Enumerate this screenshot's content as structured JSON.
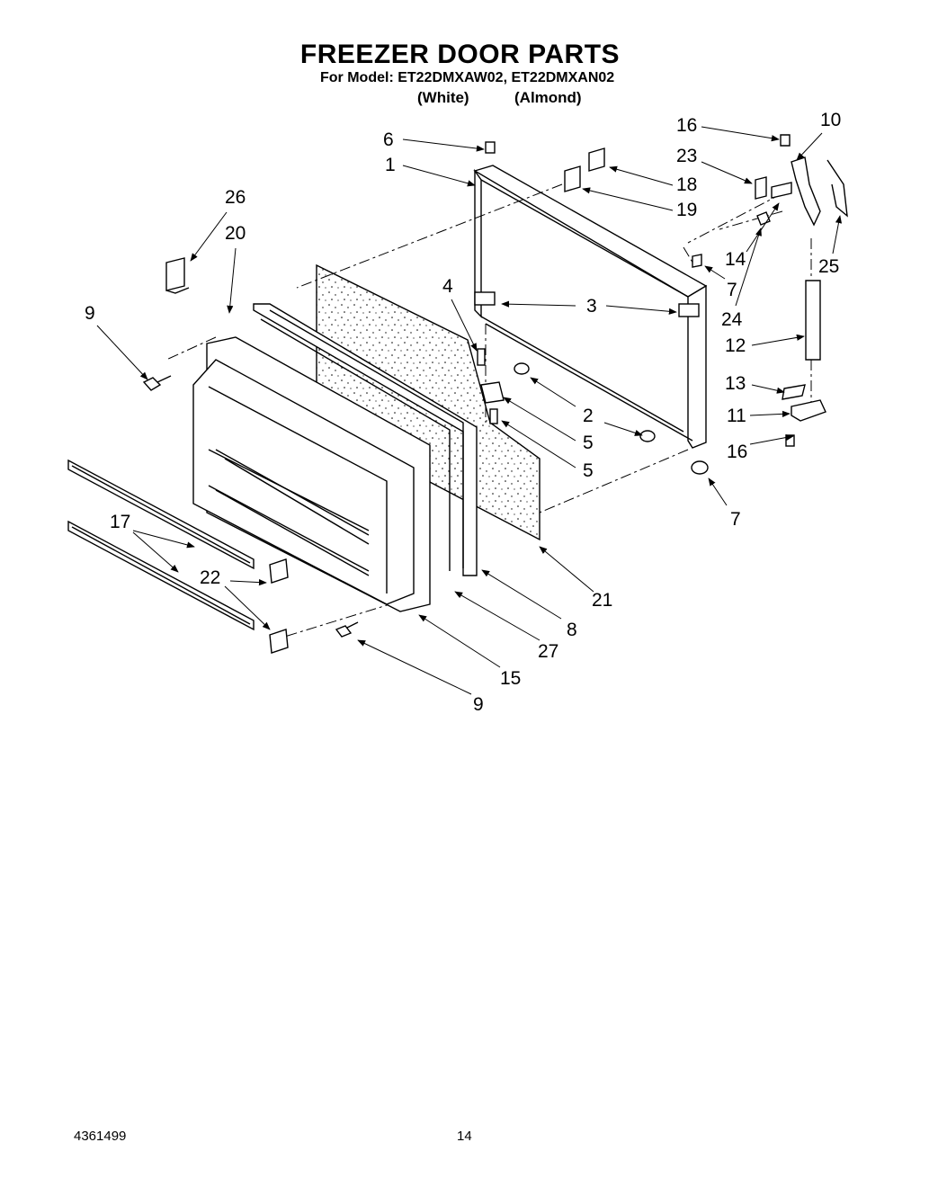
{
  "header": {
    "title": "FREEZER DOOR PARTS",
    "model_line": "For Model: ET22DMXAW02, ET22DMXAN02",
    "color_white": "(White)",
    "color_almond": "(Almond)"
  },
  "footer": {
    "doc_number": "4361499",
    "page_number": "14"
  },
  "callouts": [
    "1",
    "2",
    "3",
    "4",
    "5",
    "5",
    "6",
    "7",
    "7",
    "8",
    "9",
    "9",
    "10",
    "11",
    "12",
    "13",
    "14",
    "15",
    "16",
    "16",
    "17",
    "18",
    "19",
    "20",
    "21",
    "22",
    "23",
    "24",
    "25",
    "26",
    "27"
  ]
}
